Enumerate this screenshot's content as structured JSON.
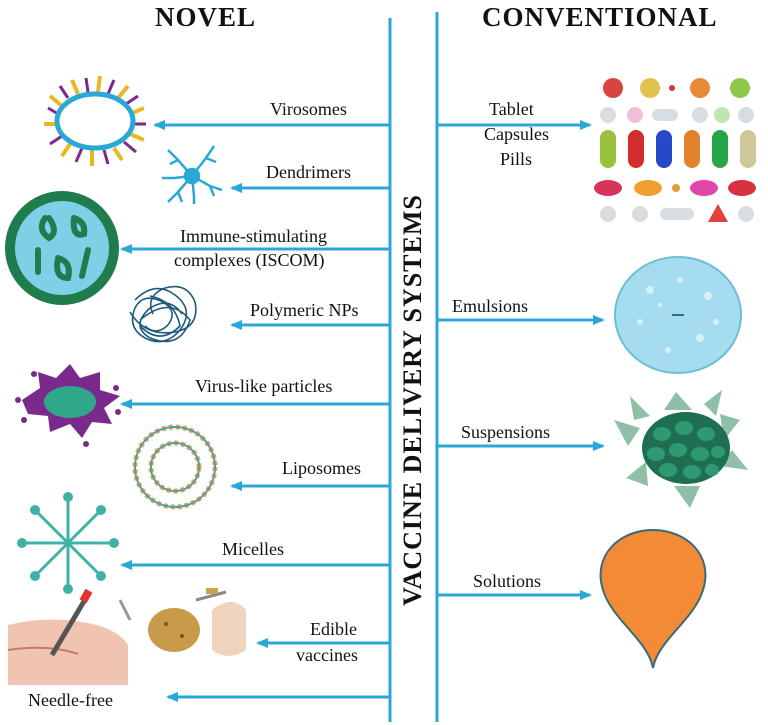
{
  "headers": {
    "novel": "NOVEL",
    "conventional": "CONVENTIONAL"
  },
  "center_title": "VACCINE DELIVERY SYSTEMS",
  "novel_items": [
    {
      "label": "Virosomes"
    },
    {
      "label": "Dendrimers"
    },
    {
      "label_lines": [
        "Immune-stimulating",
        "complexes (ISCOM)"
      ]
    },
    {
      "label": "Polymeric NPs"
    },
    {
      "label": "Virus-like particles"
    },
    {
      "label": "Liposomes"
    },
    {
      "label": "Micelles"
    },
    {
      "label_lines": [
        "Edible",
        "vaccines"
      ]
    },
    {
      "label": "Needle-free"
    }
  ],
  "conventional_items": [
    {
      "label_lines": [
        "Tablet",
        "Capsules",
        "Pills"
      ]
    },
    {
      "label": "Emulsions"
    },
    {
      "label": "Suspensions"
    },
    {
      "label": "Solutions"
    }
  ],
  "colors": {
    "line": "#29a8d8",
    "solution": "#f28a36",
    "suspension": "#1e6e52",
    "emulsion": "#a6dcef",
    "vlp": "#7a2a8c"
  }
}
